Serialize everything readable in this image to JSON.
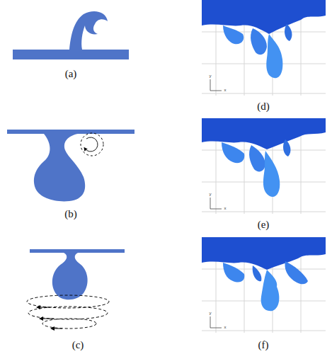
{
  "diagram": {
    "labels": [
      "(a)",
      "(b)",
      "(c)",
      "(d)",
      "(e)",
      "(f)",
      "y",
      "x",
      "y",
      "x",
      "y",
      "x"
    ]
  }
}
